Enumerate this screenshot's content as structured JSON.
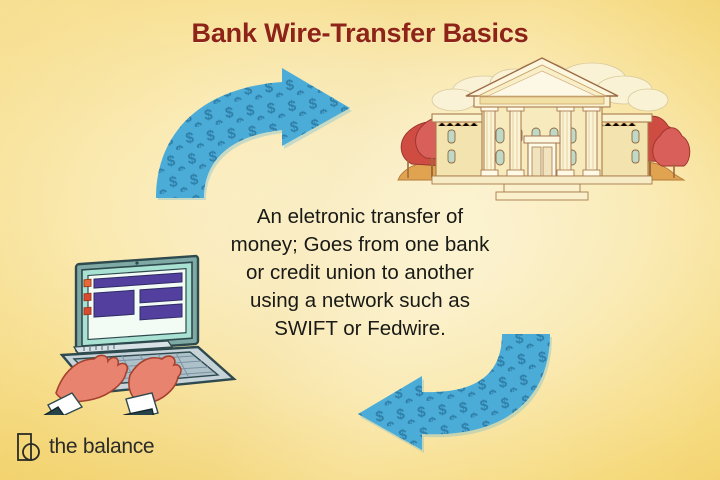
{
  "infographic": {
    "title": "Bank Wire-Transfer Basics",
    "body_text": "An eletronic transfer of\nmoney; Goes from one bank\nor  credit union to another\nusing a network such as\nSWIFT or Fedwire.",
    "brand": {
      "wordmark": "the balance",
      "logo_mark": "balance-b-mark"
    },
    "illustrations": {
      "top_arrow": {
        "name": "curved-money-arrow-right",
        "direction": "right",
        "motif": "dollar-sign"
      },
      "bottom_arrow": {
        "name": "curved-money-arrow-left",
        "direction": "left",
        "motif": "dollar-sign"
      },
      "bank": {
        "name": "bank-building",
        "features": [
          "pediment",
          "columns",
          "steps",
          "windows",
          "door",
          "autumn-trees",
          "clouds"
        ]
      },
      "laptop": {
        "name": "laptop-with-hands-typing",
        "features": [
          "screen",
          "keyboard",
          "hands",
          "sleeves"
        ]
      }
    },
    "colors": {
      "background_center": "#FCF2CE",
      "background_edge": "#F3D36D",
      "title": "#8E2317",
      "body_text": "#191A16",
      "arrow_fill": "#4BACD8",
      "arrow_symbol": "#2E7FA8",
      "bank_wall": "#F6E9B4",
      "bank_outline": "#9C6B44",
      "tree_foliage": "#CF4C42",
      "laptop_screen": "#A9E2D2",
      "laptop_ui_block": "#53409E",
      "hand_skin": "#E8836F",
      "sleeve": "#27434A",
      "logo": "#2B2B28"
    }
  }
}
